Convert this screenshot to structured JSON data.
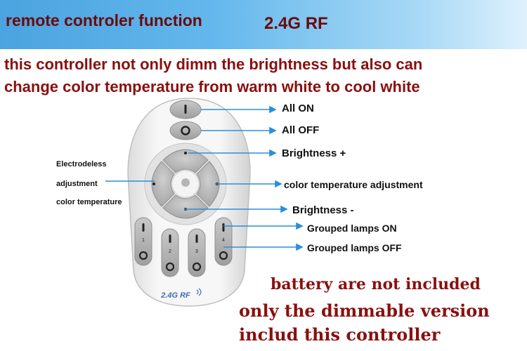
{
  "header": {
    "title": "remote controler function",
    "frequency": "2.4G RF"
  },
  "intro": {
    "line1": "this controller not only dimm the brightness but also can",
    "line2": "change color temperature from warm white to cool white"
  },
  "remote": {
    "brand_text": "2.4G RF",
    "group_numbers": [
      "1",
      "2",
      "3",
      "4"
    ]
  },
  "labels": {
    "all_on": "All ON",
    "all_off": "All OFF",
    "brightness_up": "Brightness +",
    "color_temp": "color temperature adjustment",
    "brightness_down": "Brightness -",
    "group_on": "Grouped lamps ON",
    "group_off": "Grouped lamps OFF",
    "left_line1": "Electrodeless",
    "left_line2": "adjustment",
    "left_line3": "color temperature"
  },
  "notes": {
    "battery": "battery are not included",
    "dimmable1": "only the dimmable version",
    "dimmable2": "includ this controller"
  },
  "colors": {
    "header_gradient_start": "#4ba3df",
    "title_text": "#6b0a0a",
    "note_text": "#8a0f0f",
    "callout_line": "#2b8fd8"
  }
}
